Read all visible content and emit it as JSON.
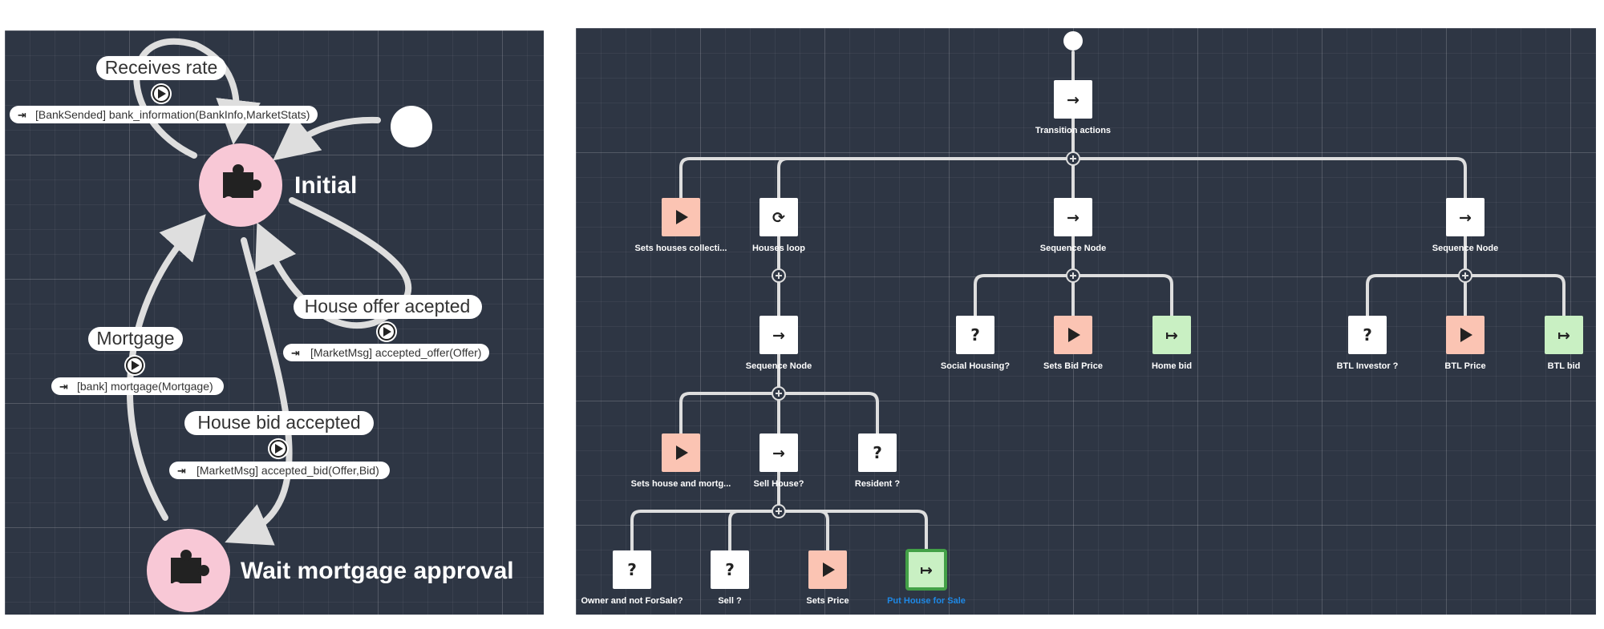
{
  "state_machine": {
    "states": [
      {
        "id": "initial",
        "label": "Initial",
        "icon": "puzzle-icon"
      },
      {
        "id": "wait",
        "label": "Wait mortgage approval",
        "icon": "puzzle-icon"
      }
    ],
    "transitions": [
      {
        "name": "Receives rate",
        "trigger": "[BankSended] bank_information(BankInfo,MarketStats)"
      },
      {
        "name": "House offer acepted",
        "trigger": "[MarketMsg] accepted_offer(Offer)"
      },
      {
        "name": "Mortgage",
        "trigger": "[bank] mortgage(Mortgage)"
      },
      {
        "name": "House bid accepted",
        "trigger": "[MarketMsg] accepted_bid(Offer,Bid)"
      }
    ],
    "icons": {
      "play": "play-icon",
      "trigger": "trigger-icon",
      "start": "start-circle"
    }
  },
  "behavior_tree": {
    "colors": {
      "action": "#fbc4b3",
      "goal": "#c9f0c3",
      "default": "#ffffff",
      "selected_border": "#43a047",
      "selected_label": "#1e88e5"
    },
    "nodes": [
      {
        "id": "root",
        "kind": "sequence",
        "label": "Transition actions"
      },
      {
        "id": "sets_houses",
        "kind": "action",
        "label": "Sets houses collecti..."
      },
      {
        "id": "houses_loop",
        "kind": "loop",
        "label": "Houses loop"
      },
      {
        "id": "seq_mid",
        "kind": "sequence",
        "label": "Sequence Node"
      },
      {
        "id": "seq_right",
        "kind": "sequence",
        "label": "Sequence Node"
      },
      {
        "id": "seq_loop",
        "kind": "sequence",
        "label": "Sequence Node"
      },
      {
        "id": "social",
        "kind": "condition",
        "label": "Social Housing?"
      },
      {
        "id": "bid_price",
        "kind": "action",
        "label": "Sets Bid Price"
      },
      {
        "id": "home_bid",
        "kind": "goal",
        "label": "Home bid"
      },
      {
        "id": "btl_inv",
        "kind": "condition",
        "label": "BTL Investor ?"
      },
      {
        "id": "btl_price",
        "kind": "action",
        "label": "BTL Price"
      },
      {
        "id": "btl_bid",
        "kind": "goal",
        "label": "BTL bid"
      },
      {
        "id": "sets_house_mort",
        "kind": "action",
        "label": "Sets house and mortg..."
      },
      {
        "id": "sell_house",
        "kind": "sequence",
        "label": "Sell House?"
      },
      {
        "id": "resident",
        "kind": "condition",
        "label": "Resident ?"
      },
      {
        "id": "owner",
        "kind": "condition",
        "label": "Owner and not ForSale?"
      },
      {
        "id": "sell",
        "kind": "condition",
        "label": "Sell ?"
      },
      {
        "id": "sets_price",
        "kind": "action",
        "label": "Sets Price"
      },
      {
        "id": "put_house",
        "kind": "goal",
        "label": "Put House for Sale",
        "selected": true
      }
    ]
  }
}
